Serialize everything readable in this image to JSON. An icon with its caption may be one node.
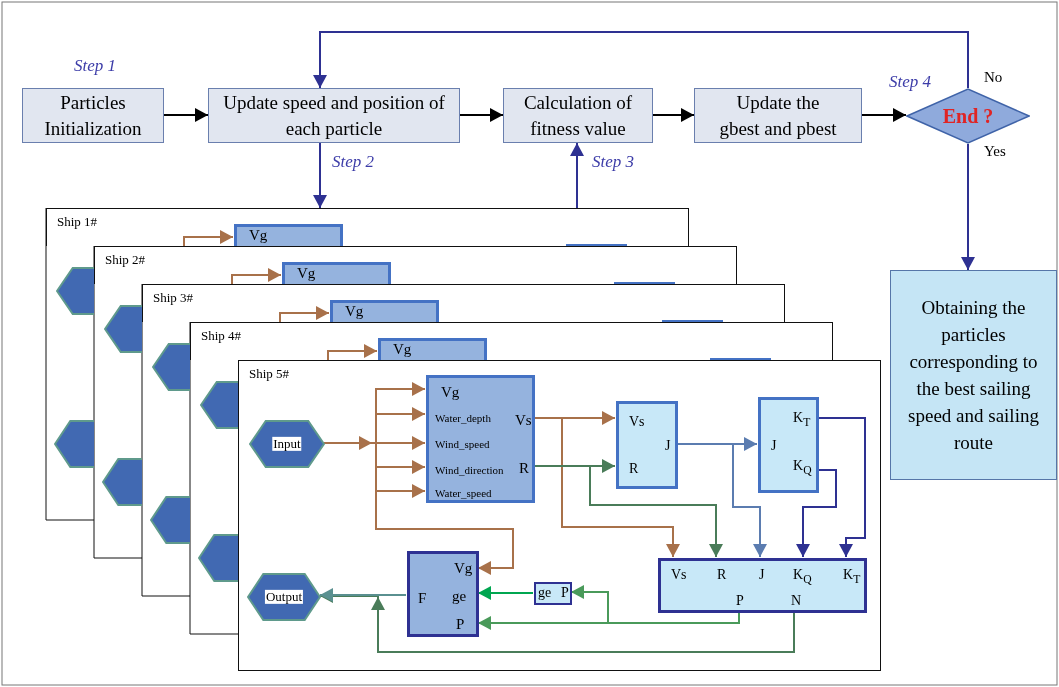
{
  "diagram": {
    "nodes": [
      {
        "text": [
          "Particles Initialization"
        ],
        "beside": [
          "Step 1"
        ]
      },
      {
        "text": [
          "Update speed and position of  each particle"
        ]
      },
      {
        "text": [
          "Calculation of fitness value"
        ]
      },
      {
        "text": [
          "Update the gbest and pbest"
        ]
      },
      {
        "text": [
          "End ?"
        ],
        "beside": [
          "Step 4"
        ]
      },
      {
        "text": [
          "Obtaining the particles corresponding to the best sailing speed and sailing route"
        ]
      },
      {
        "text": [
          "Ship 1#"
        ]
      },
      {
        "text": [],
        "shape": "hexagon"
      },
      {
        "text": [],
        "shape": "hexagon"
      },
      {
        "text": [
          "Vg"
        ],
        "in": 6
      },
      {
        "text": [],
        "shape": "box",
        "in": 6
      },
      {
        "text": [
          "Ship 2#"
        ]
      },
      {
        "text": [],
        "shape": "hexagon"
      },
      {
        "text": [],
        "shape": "hexagon"
      },
      {
        "text": [
          "Vg"
        ],
        "in": 11
      },
      {
        "text": [],
        "shape": "box",
        "in": 11
      },
      {
        "text": [
          "Ship 3#"
        ]
      },
      {
        "text": [],
        "shape": "hexagon"
      },
      {
        "text": [],
        "shape": "hexagon"
      },
      {
        "text": [
          "Vg"
        ],
        "in": 16
      },
      {
        "text": [],
        "shape": "box",
        "in": 16
      },
      {
        "text": [
          "Ship 4#"
        ]
      },
      {
        "text": [],
        "shape": "hexagon"
      },
      {
        "text": [],
        "shape": "hexagon"
      },
      {
        "text": [
          "Vg"
        ],
        "in": 21
      },
      {
        "text": [],
        "shape": "box",
        "in": 21
      },
      {
        "text": [
          "Ship 5#"
        ]
      },
      {
        "text": [
          "Input"
        ],
        "in": 26
      },
      {
        "text": [
          "Vg",
          "Water_depth",
          "Wind_speed",
          "Wind_direction",
          "Water_speed",
          "Vs",
          "R"
        ],
        "in": 26
      },
      {
        "text": [
          "Vs",
          "J",
          "R"
        ],
        "in": 26
      },
      {
        "text": [
          "K$_{T}$",
          "J",
          "K$_{Q}$"
        ],
        "in": 26
      },
      {
        "text": [
          "Output"
        ],
        "in": 26
      },
      {
        "text": [
          "Vg",
          "F",
          "ge",
          "P"
        ],
        "in": 26
      },
      {
        "text": [
          "ge",
          "P"
        ],
        "in": 26
      },
      {
        "text": [
          "Vs",
          "R",
          "J",
          "K$_{Q}$",
          "K$_{T}$",
          "P",
          "N"
        ],
        "in": 26
      }
    ],
    "edges": [
      {
        "from": 0,
        "to": 1,
        "arrow": "to",
        "color": "#000000"
      },
      {
        "from": 1,
        "to": 2,
        "arrow": "to",
        "color": "#000000"
      },
      {
        "from": 2,
        "to": 3,
        "arrow": "to",
        "color": "#000000"
      },
      {
        "from": 3,
        "to": 4,
        "arrow": "to",
        "color": "#000000"
      },
      {
        "from": 4,
        "to": 1,
        "arrow": "to",
        "label": "No",
        "color": "#2e3192"
      },
      {
        "from": 4,
        "to": 5,
        "arrow": "to",
        "label": "Yes",
        "color": "#2e3192"
      },
      {
        "from": 1,
        "to": 6,
        "arrow": "to",
        "label": "Step 2",
        "color": "#2e3192"
      },
      {
        "from": 6,
        "to": 2,
        "arrow": "to",
        "label": "Step 3",
        "color": "#2e3192"
      },
      {
        "from": 11,
        "to": 9,
        "arrow": "to",
        "color": "#a8714a"
      },
      {
        "from": 16,
        "to": 14,
        "arrow": "to",
        "color": "#a8714a"
      },
      {
        "from": 21,
        "to": 19,
        "arrow": "to",
        "color": "#a8714a"
      },
      {
        "from": 26,
        "to": 24,
        "arrow": "to",
        "color": "#a8714a"
      },
      {
        "from": 27,
        "to": 28,
        "arrow": "to",
        "color": "#a8714a"
      },
      {
        "from": 27,
        "to": 28,
        "arrow": "to",
        "color": "#a8714a"
      },
      {
        "from": 27,
        "to": 28,
        "arrow": "to",
        "color": "#a8714a"
      },
      {
        "from": 27,
        "to": 28,
        "arrow": "to",
        "color": "#a8714a"
      },
      {
        "from": 27,
        "to": 28,
        "arrow": "to",
        "color": "#a8714a"
      },
      {
        "from": 27,
        "to": 32,
        "arrow": "to",
        "color": "#a8714a"
      },
      {
        "from": 28,
        "to": 29,
        "arrow": "to",
        "color": "#a8714a"
      },
      {
        "from": 28,
        "to": 34,
        "arrow": "to",
        "color": "#a8714a"
      },
      {
        "from": 28,
        "to": 29,
        "arrow": "to",
        "color": "#4a7c59"
      },
      {
        "from": 28,
        "to": 34,
        "arrow": "to",
        "color": "#4a7c59"
      },
      {
        "from": 29,
        "to": 30,
        "arrow": "to",
        "color": "#5b7cb0"
      },
      {
        "from": 29,
        "to": 34,
        "arrow": "to",
        "color": "#5b7cb0"
      },
      {
        "from": 30,
        "to": 34,
        "arrow": "to",
        "color": "#2e3192"
      },
      {
        "from": 30,
        "to": 34,
        "arrow": "to",
        "color": "#2e3192"
      },
      {
        "from": 34,
        "to": 33,
        "arrow": "to",
        "color": "#4a9a5a"
      },
      {
        "from": 34,
        "to": 32,
        "arrow": "to",
        "color": "#4a9a5a"
      },
      {
        "from": 33,
        "to": 32,
        "arrow": "to",
        "color": "#00a650"
      },
      {
        "from": 34,
        "to": 31,
        "arrow": "to",
        "color": "#4a7c59"
      },
      {
        "from": 32,
        "to": 31,
        "arrow": "to",
        "color": "#5a9090"
      }
    ]
  }
}
